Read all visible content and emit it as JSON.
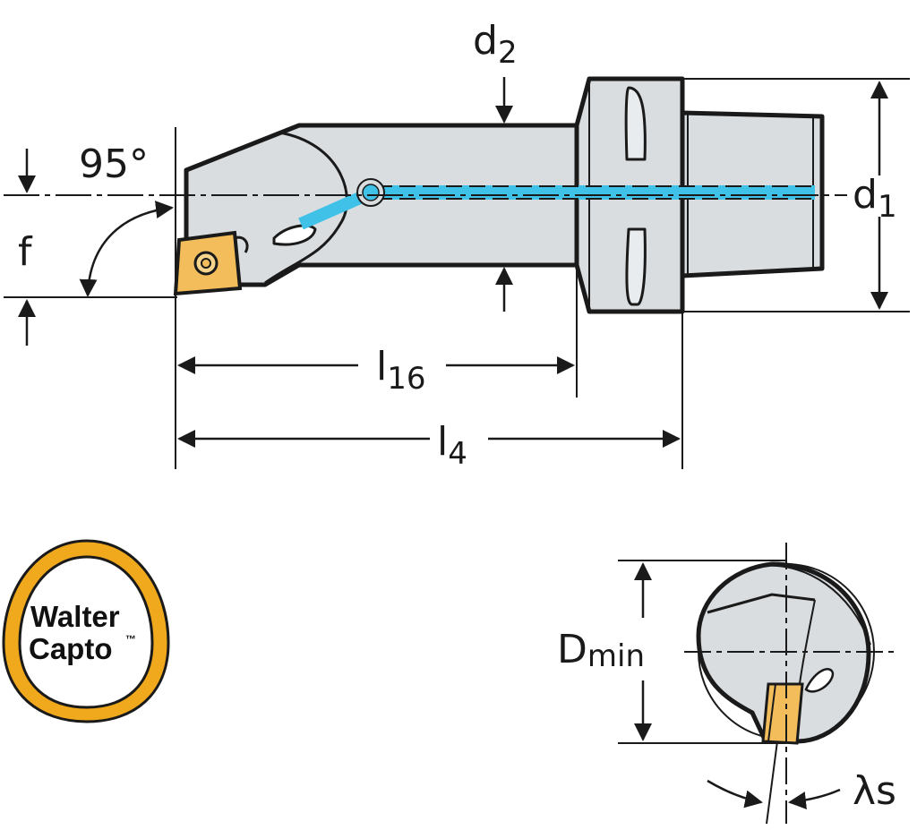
{
  "dimensions": {
    "d2": {
      "base": "d",
      "sub": "2"
    },
    "d1": {
      "base": "d",
      "sub": "1"
    },
    "angle": "95°",
    "f": "f",
    "l16": {
      "base": "l",
      "sub": "16"
    },
    "l4": {
      "base": "l",
      "sub": "4"
    },
    "dmin": {
      "base": "D",
      "sub": "min"
    },
    "lambda_s": "λs"
  },
  "logo": {
    "line1": "Walter",
    "line2": "Capto",
    "mark": "™"
  },
  "colors": {
    "body": "#d9dde0",
    "outline": "#1a1a1a",
    "insert": "#f2bd5a",
    "coolant": "#3fc1e8",
    "logo_ring": "#f0a81c"
  }
}
